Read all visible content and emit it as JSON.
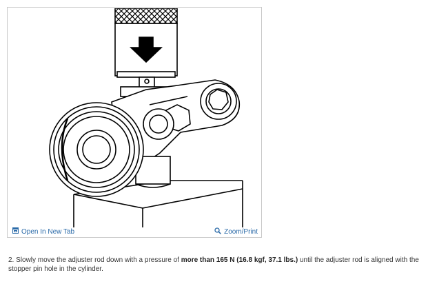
{
  "figure": {
    "open_tab_label": "Open In New Tab",
    "zoom_label": "Zoom/Print",
    "icons": {
      "open_tab": "new-tab-icon",
      "zoom": "magnifier-icon"
    }
  },
  "instruction": {
    "step_number": "2.",
    "text_before": "Slowly move the adjuster rod down with a pressure of ",
    "text_bold": "more than 165 N (16.8 kgf, 37.1 lbs.)",
    "text_after": " until the adjuster rod is aligned with the stopper pin hole in the cylinder."
  },
  "colors": {
    "link": "#2a6aa8",
    "border": "#c8c8c8",
    "text": "#333333"
  }
}
